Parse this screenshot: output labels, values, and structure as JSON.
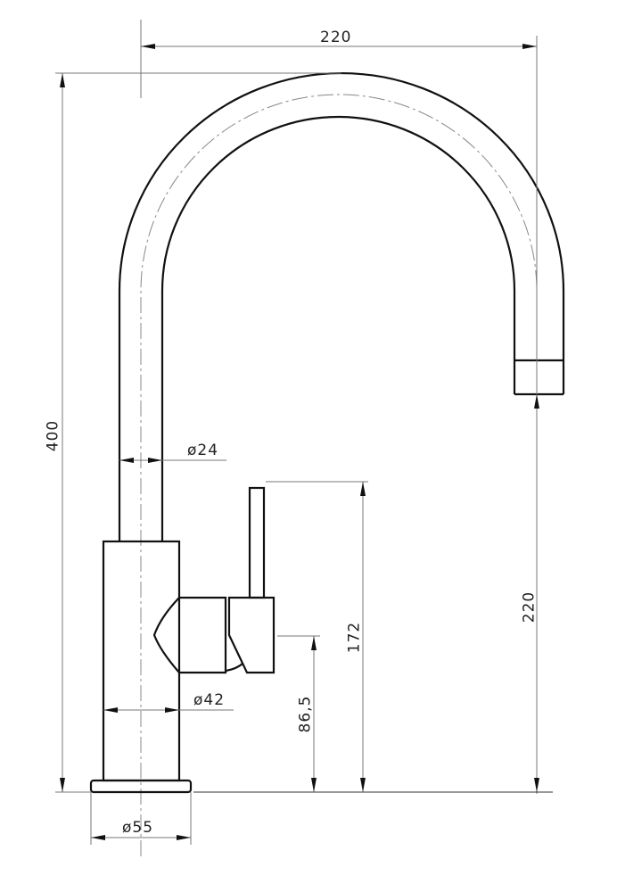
{
  "drawing": {
    "subject": "Kitchen faucet side elevation",
    "dimensions": {
      "spout_reach": "220",
      "overall_height": "400",
      "spout_clearance": "220",
      "lever_height": "172",
      "valve_height": "86,5",
      "spout_tube_dia": "ø24",
      "body_dia": "ø42",
      "base_dia": "ø55"
    },
    "colors": {
      "object_line": "#111111",
      "dimension_line": "#777777",
      "center_line": "#888888",
      "background": "#ffffff"
    }
  }
}
